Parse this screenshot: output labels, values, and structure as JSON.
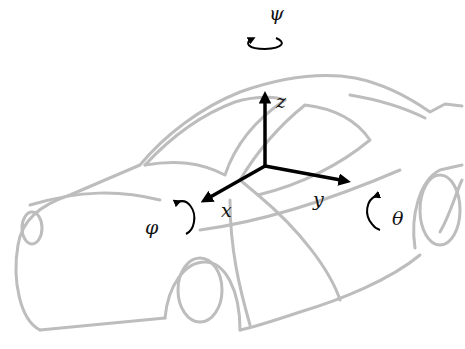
{
  "diagram": {
    "labels": [
      "ψ",
      "z",
      "x",
      "y",
      "φ",
      "θ"
    ]
  }
}
